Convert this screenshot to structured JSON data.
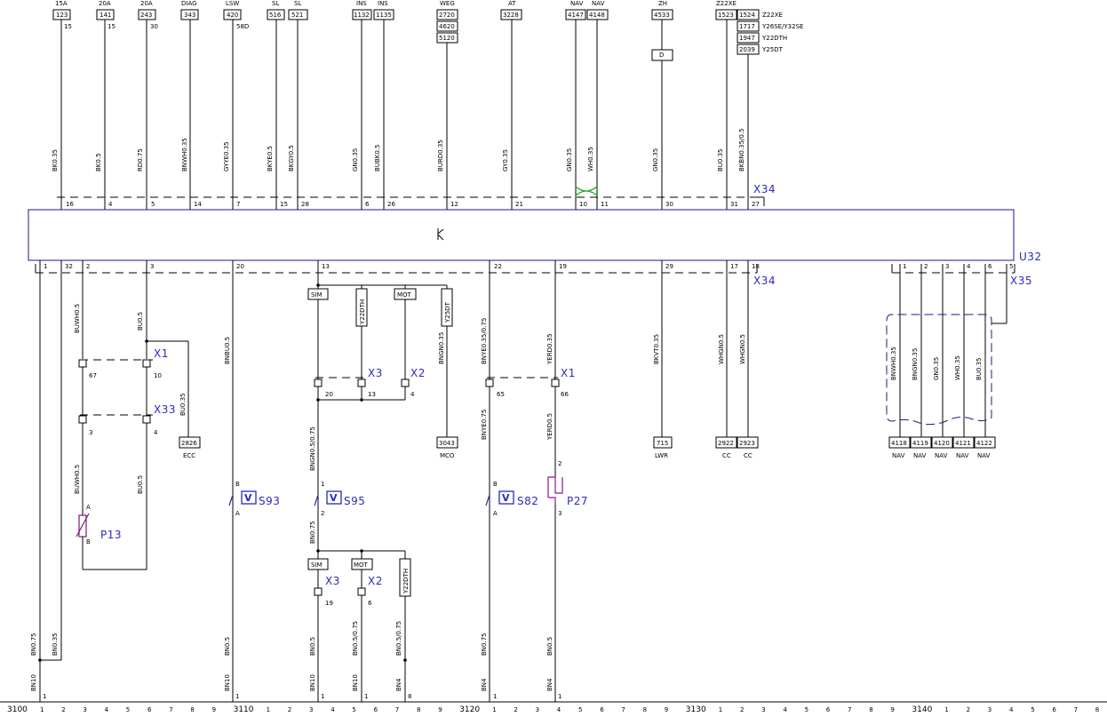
{
  "top_fuses": [
    {
      "label": "15A",
      "box": "123",
      "term": "15"
    },
    {
      "label": "20A",
      "box": "141",
      "term": "15"
    },
    {
      "label": "20A",
      "box": "243",
      "term": "30"
    },
    {
      "label": "DIAG",
      "box": "343",
      "term": ""
    },
    {
      "label": "LSW",
      "box": "420",
      "term": "58D"
    },
    {
      "label": "SL",
      "box": "516",
      "term": ""
    },
    {
      "label": "SL",
      "box": "521",
      "term": ""
    },
    {
      "label": "INS",
      "box": "1132",
      "term": ""
    },
    {
      "label": "INS",
      "box": "1135",
      "term": ""
    },
    {
      "label": "WEG",
      "boxes": [
        "2720",
        "4620",
        "5120"
      ]
    },
    {
      "label": "AT",
      "box": "3228"
    },
    {
      "label": "NAV",
      "box": "4147"
    },
    {
      "label": "NAV",
      "box": "4148"
    },
    {
      "label": "ZH",
      "box": "4533",
      "sub": "D"
    },
    {
      "label": "Z22XE",
      "box": "1523"
    },
    {
      "engines": [
        [
          "1524",
          "Z22XE"
        ],
        [
          "1717",
          "Y26SE/Y32SE"
        ],
        [
          "1947",
          "Y22DTH"
        ],
        [
          "2039",
          "Y25DT"
        ]
      ]
    }
  ],
  "top_wires": [
    "BK0.35",
    "BK0.5",
    "RD0.75",
    "BNWH0.35",
    "GYYE0.35",
    "BKYE0.5",
    "BKGY0.5",
    "GN0.35",
    "BUBK0.5",
    "BURD0.35",
    "GY0.35",
    "GN0.35",
    "WH0.35",
    "GN0.35",
    "BU0.35",
    "BKBN0.35/0.5"
  ],
  "top_pins": [
    "16",
    "4",
    "5",
    "14",
    "7",
    "15",
    "28",
    "6",
    "26",
    "12",
    "21",
    "10",
    "11",
    "30",
    "31",
    "27"
  ],
  "bottom_pins": [
    "1",
    "32",
    "2",
    "3",
    "20",
    "13",
    "22",
    "19",
    "29",
    "17",
    "18"
  ],
  "nav_pins": [
    "1",
    "2",
    "3",
    "4",
    "6",
    "5"
  ],
  "connectors": {
    "x34": "X34",
    "x35": "X35",
    "u32": "U32",
    "x1": "X1",
    "x2": "X2",
    "x3": "X3",
    "x33": "X33"
  },
  "components": {
    "p13": "P13",
    "s93": "S93",
    "s95": "S95",
    "s82": "S82",
    "p27": "P27",
    "meter": "V"
  },
  "mid_wires": {
    "w2": "BUWH0.5",
    "w3": "BU0.5",
    "w20": "BNBU0.5",
    "w13b": "BNGN0.35",
    "w22": "BNYE0.35/0.75",
    "w19": "YERD0.35",
    "w29": "BKVT0.35",
    "w17": "WHGN0.5",
    "w18": "WHGN0.5",
    "w3b": "BU0.35",
    "x3lower": "BNGN0.5/0.75",
    "x33a": "BUWH0.5",
    "x33b": "BU0.5",
    "s82up": "BNYE0.75",
    "p27up": "YERD0.5",
    "s95low": "BN0.75"
  },
  "nav_wires": [
    "BNWH0.35",
    "BNGN0.35",
    "GN0.35",
    "WH0.35",
    "BU0.35"
  ],
  "mid_boxes": {
    "ecc": "2826",
    "ecc_lbl": "ECC",
    "mco": "3043",
    "mco_lbl": "MCO",
    "lwr": "715",
    "lwr_lbl": "LWR",
    "cc1": "2922",
    "cc1_lbl": "CC",
    "cc2": "2923",
    "cc2_lbl": "CC"
  },
  "nav_boxes": [
    "4118",
    "4119",
    "4120",
    "4121",
    "4122"
  ],
  "nav_label": "NAV",
  "variant_boxes": {
    "sim": "SIM",
    "mot": "MOT",
    "y22": "Y22DTH",
    "y25": "Y25DT"
  },
  "pins_misc": {
    "x1a": "67",
    "x1b": "10",
    "x33a": "3",
    "x33b": "4",
    "x3a": "20",
    "x3b": "13",
    "x2a": "4",
    "x1c": "65",
    "x1d": "66",
    "x3c": "19",
    "x2c": "6",
    "p13a": "A",
    "p13b": "B",
    "sB": "B",
    "sA": "A",
    "s1": "1",
    "s2": "2",
    "p2": "2",
    "p3": "3"
  },
  "bottom_wires": [
    "BN0.75",
    "BN0.35",
    "BN0.5",
    "BN0.5",
    "BN0.5/0.75",
    "BN0.5/0.75",
    "BN0.75",
    "BN0.5"
  ],
  "ground_wires": [
    "BN10",
    "BN10",
    "BN10",
    "BN10",
    "BN4",
    "BN4",
    "BN4"
  ],
  "ground_pins": [
    "1",
    "1",
    "1",
    "1",
    "8",
    "1",
    "1"
  ],
  "ruler": {
    "sections": [
      "3100",
      "3110",
      "3120",
      "3130",
      "3140"
    ],
    "ticks": [
      "1",
      "2",
      "3",
      "4",
      "5",
      "6",
      "7",
      "8",
      "9"
    ]
  }
}
